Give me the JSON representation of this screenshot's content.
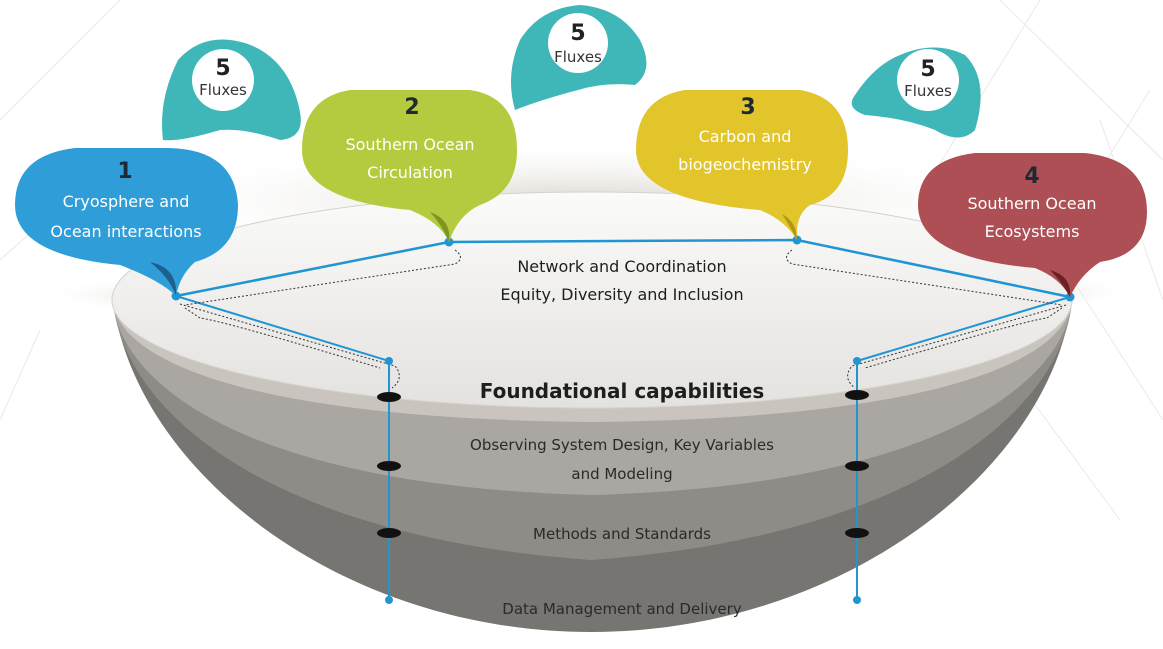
{
  "colors": {
    "theme1": "#2f9ed8",
    "theme1_dark": "#1d5f8e",
    "theme2": "#b4cb3f",
    "theme2_dark": "#7f9424",
    "theme3": "#e2c42b",
    "theme3_dark": "#b39513",
    "theme4": "#ad4f55",
    "theme4_dark": "#6e2125",
    "flux": "#3fb6b8",
    "connector": "#1f95d4",
    "top_surface": "#efeeec",
    "layer1": "#c9c4bd",
    "layer2": "#aaa6a1",
    "layer3": "#8f8c88",
    "layer4": "#777572"
  },
  "fluxes": [
    {
      "number": "5",
      "label": "Fluxes"
    },
    {
      "number": "5",
      "label": "Fluxes"
    },
    {
      "number": "5",
      "label": "Fluxes"
    }
  ],
  "themes": [
    {
      "number": "1",
      "line1": "Cryosphere and",
      "line2": "Ocean interactions"
    },
    {
      "number": "2",
      "line1": "Southern Ocean",
      "line2": "Circulation"
    },
    {
      "number": "3",
      "line1": "Carbon and",
      "line2": "biogeochemistry"
    },
    {
      "number": "4",
      "line1": "Southern Ocean",
      "line2": "Ecosystems"
    }
  ],
  "network": {
    "line1": "Network and Coordination",
    "line2": "Equity, Diversity and Inclusion"
  },
  "foundation": {
    "title": "Foundational capabilities",
    "layers": [
      {
        "line1": "Observing System Design, Key Variables",
        "line2": "and Modeling"
      },
      {
        "line1": "Methods and Standards"
      },
      {
        "line1": "Data Management and Delivery"
      }
    ]
  }
}
